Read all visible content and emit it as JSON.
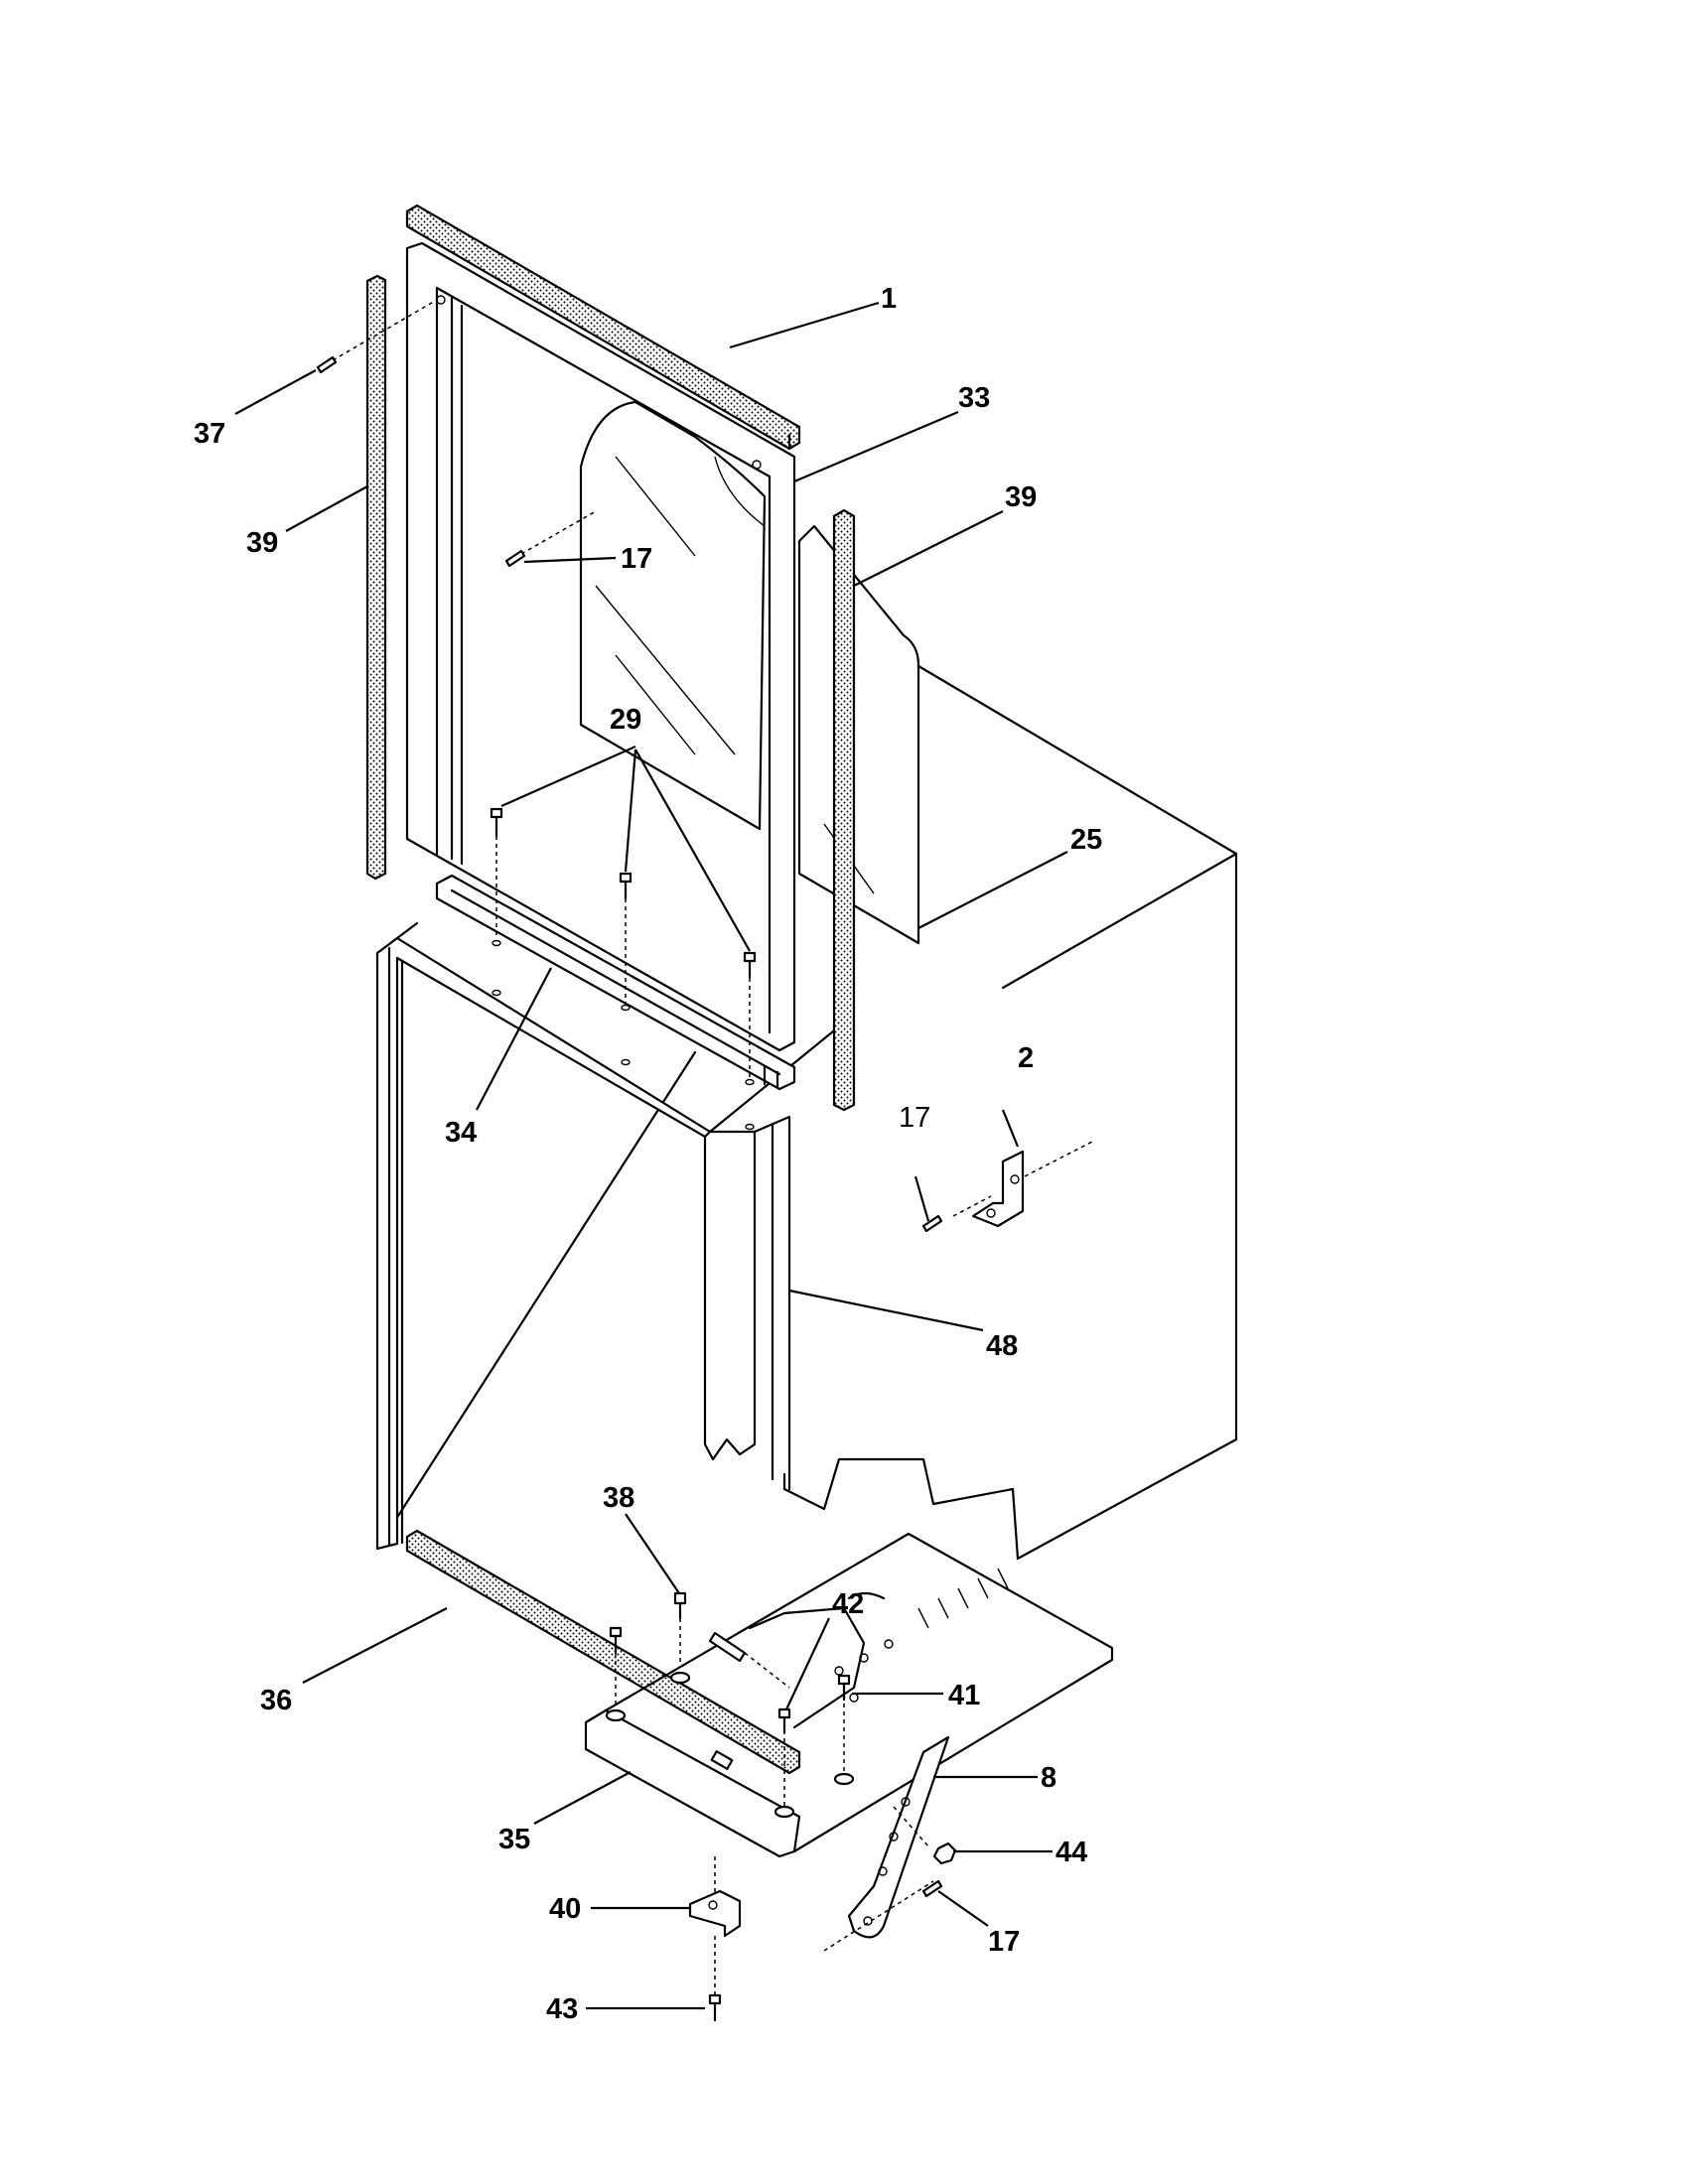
{
  "labels": {
    "l1": "1",
    "l33": "33",
    "l37": "37",
    "l39a": "39",
    "l39b": "39",
    "l17a": "17",
    "l29": "29",
    "l25": "25",
    "l34": "34",
    "l2": "2",
    "l17b": "17",
    "l48": "48",
    "l38": "38",
    "l42": "42",
    "l41": "41",
    "l36": "36",
    "l35": "35",
    "l8": "8",
    "l44": "44",
    "l40": "40",
    "l17c": "17",
    "l43": "43"
  }
}
